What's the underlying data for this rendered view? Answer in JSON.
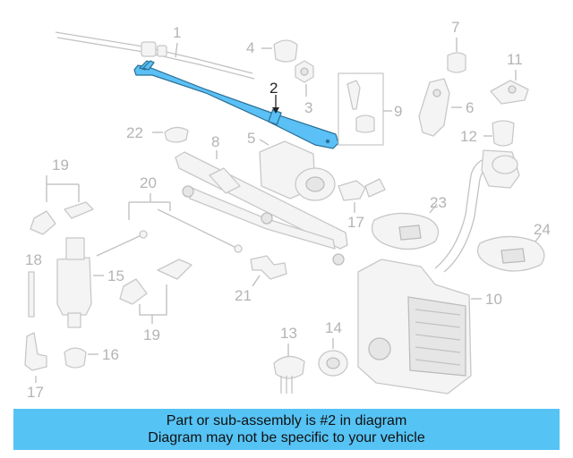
{
  "callouts": {
    "c1": "1",
    "c2": "2",
    "c3": "3",
    "c4": "4",
    "c5": "5",
    "c6": "6",
    "c7": "7",
    "c8": "8",
    "c9": "9",
    "c10": "10",
    "c11": "11",
    "c12": "12",
    "c13": "13",
    "c14": "14",
    "c15": "15",
    "c16": "16",
    "c17a": "17",
    "c17b": "17",
    "c18": "18",
    "c19a": "19",
    "c19b": "19",
    "c20": "20",
    "c21": "21",
    "c22": "22",
    "c23": "23",
    "c24": "24"
  },
  "highlighted_part": "2",
  "highlight_color": "#5bc0f5",
  "banner": {
    "line1": "Part or sub-assembly is #2 in diagram",
    "line2": "Diagram may not be specific to your vehicle",
    "color": "#56c3f5"
  }
}
